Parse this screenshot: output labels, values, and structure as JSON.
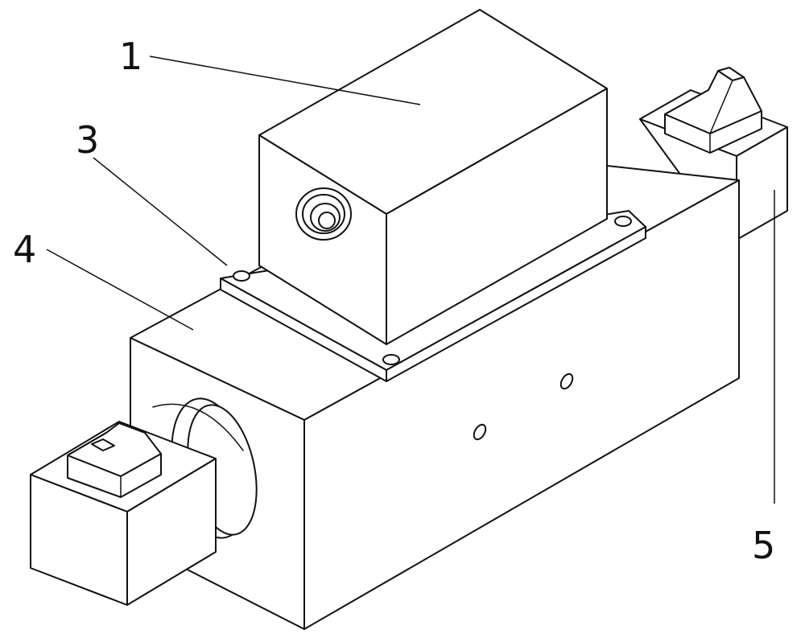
{
  "callouts": [
    {
      "id": "1",
      "text": "1"
    },
    {
      "id": "3",
      "text": "3"
    },
    {
      "id": "4",
      "text": "4"
    },
    {
      "id": "5",
      "text": "5"
    }
  ]
}
